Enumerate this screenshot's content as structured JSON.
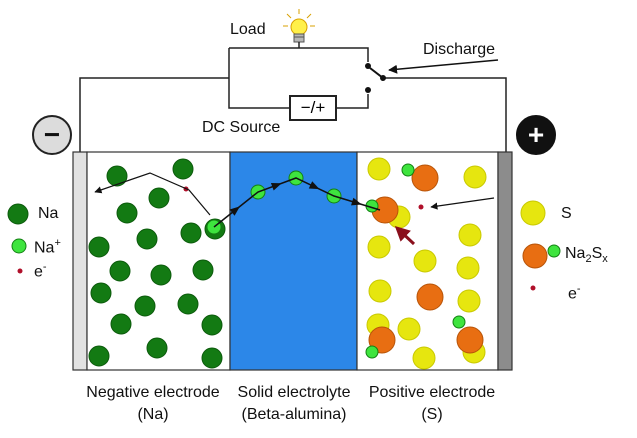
{
  "circuit": {
    "load_label": "Load",
    "discharge_label": "Discharge",
    "dc_source_label": "DC Source",
    "dc_switch_text": "−/+",
    "negative_sign": "−",
    "positive_sign": "+"
  },
  "legend_left": {
    "na_label": "Na",
    "na_ion_label": "Na",
    "na_ion_charge": "+",
    "electron_label": "e",
    "electron_charge": "-"
  },
  "legend_right": {
    "s_label": "S",
    "na2sx_part1": "Na",
    "na2sx_sub1": "2",
    "na2sx_part2": "S",
    "na2sx_sub2": "x",
    "electron_label": "e",
    "electron_charge": "-"
  },
  "captions": {
    "negative_line1": "Negative electrode",
    "negative_line2": "(Na)",
    "electrolyte_line1": "Solid electrolyte",
    "electrolyte_line2": "(Beta-alumina)",
    "positive_line1": "Positive electrode",
    "positive_line2": "(S)"
  },
  "colors": {
    "sodium": "#137a13",
    "sodium_ion": "#3ee43e",
    "electron": "#b0102a",
    "sulfur": "#e6e60f",
    "sodium_polysulfide": "#e86e12",
    "electrolyte": "#2c87e8",
    "positive_plate": "#8c8c8c",
    "negative_plate": "#e2e2e2",
    "bulb": "#fff04a"
  },
  "icons": {
    "load": "light-bulb-icon",
    "switch": "switch-icon"
  }
}
